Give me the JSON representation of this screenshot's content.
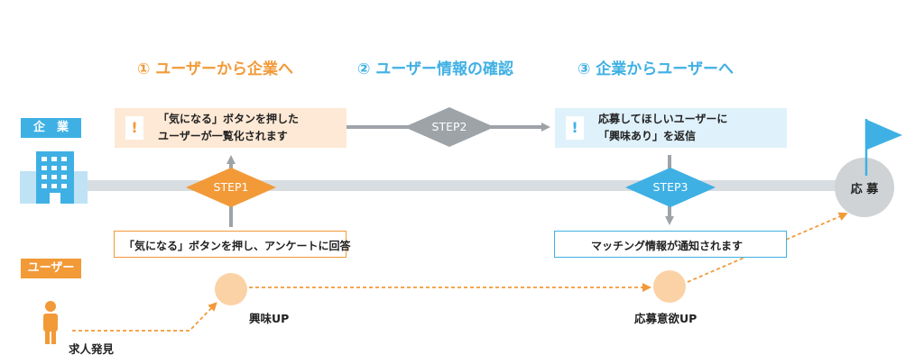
{
  "colors": {
    "orange": "#f29a38",
    "blue": "#3fb0e4",
    "gray_line": "#c9ced3",
    "gray_diamond": "#9ea3a8",
    "orange_light": "#fde9d5",
    "blue_light": "#dff1fb",
    "circle_orange": "#fbd2a6",
    "circle_gray": "#cfd3d6"
  },
  "steps": {
    "step1_title": "① ユーザーから企業へ",
    "step2_title": "② ユーザー情報の確認",
    "step3_title": "③ 企業からユーザーへ"
  },
  "lanes": {
    "company": "企　業",
    "user": "ユーザー"
  },
  "company_notes": {
    "left_line1": "「気になる」ボタンを押した",
    "left_line2": "ユーザーが一覧化されます",
    "right_line1": "応募してほしいユーザーに",
    "right_line2": "「興味あり」を返信",
    "exclamation": "!"
  },
  "diamonds": {
    "step1": "STEP1",
    "step2": "STEP2",
    "step3": "STEP3"
  },
  "user_boxes": {
    "left": "「気になる」ボタンを押し、アンケートに回答",
    "right": "マッチング情報が通知されます"
  },
  "goal": "応 募",
  "milestones": {
    "discover": "求人発見",
    "interest_up": "興味UP",
    "motivation_up": "応募意欲UP"
  },
  "icons": {
    "building": "building-icon",
    "person": "person-icon",
    "flag": "flag-icon"
  }
}
